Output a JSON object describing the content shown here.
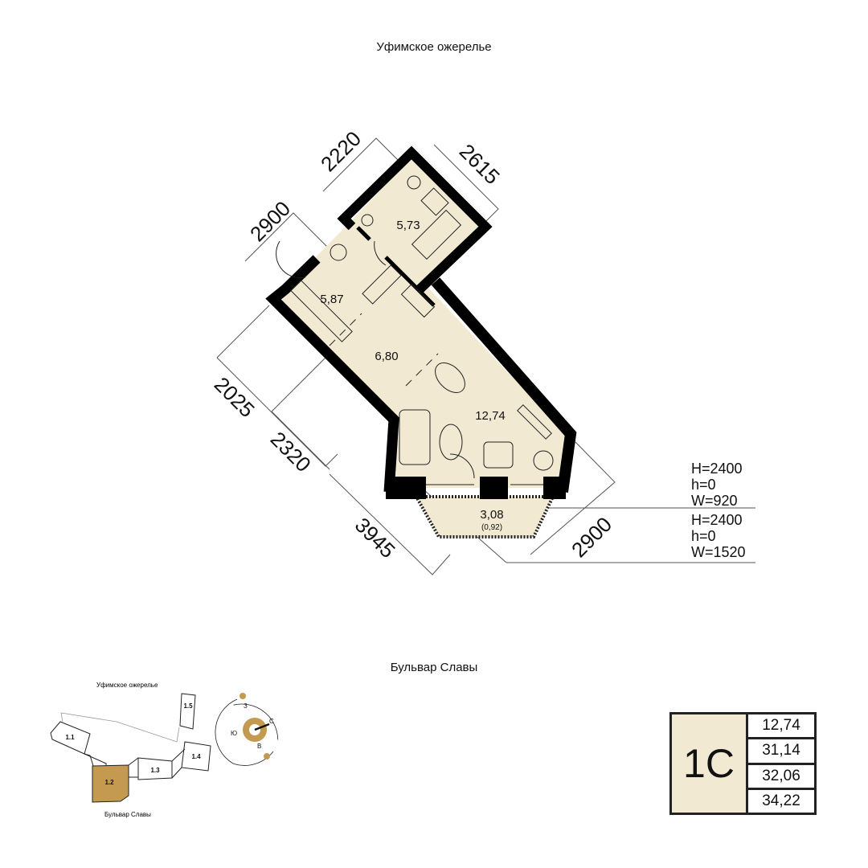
{
  "streets": {
    "top": "Уфимское ожерелье",
    "bottom": "Бульвар Славы"
  },
  "rooms": [
    {
      "name": "bathroom",
      "area": "5,73"
    },
    {
      "name": "hallway",
      "area": "5,87"
    },
    {
      "name": "kitchen",
      "area": "6,80"
    },
    {
      "name": "living",
      "area": "12,74"
    },
    {
      "name": "balcony",
      "area": "3,08",
      "reduced": "(0,92)"
    }
  ],
  "dimensions": [
    "2220",
    "2615",
    "2900",
    "2025",
    "2320",
    "3945",
    "2900"
  ],
  "windows": [
    {
      "H": "H=2400",
      "h": "h=0",
      "W": "W=920"
    },
    {
      "H": "H=2400",
      "h": "h=0",
      "W": "W=1520"
    }
  ],
  "site_plan": {
    "top_street": "Уфимское ожерелье",
    "bottom_street": "Бульвар Славы",
    "sections": [
      "1.1",
      "1.2",
      "1.3",
      "1.4",
      "1.5"
    ],
    "highlighted": "1.2",
    "compass": {
      "north": "С",
      "south": "Ю",
      "west": "З",
      "east": "В"
    }
  },
  "legend": {
    "type": "1С",
    "values": [
      "12,74",
      "31,14",
      "32,06",
      "34,22"
    ]
  },
  "colors": {
    "floor": "#f2e9d3",
    "accent": "#c49a50",
    "wall": "#000000"
  }
}
